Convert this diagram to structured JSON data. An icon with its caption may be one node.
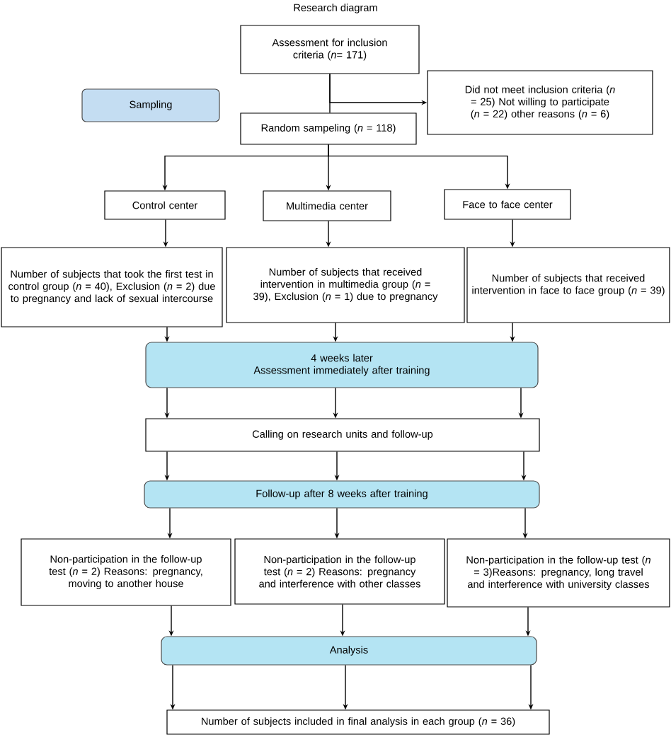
{
  "diagram": {
    "title": "Research diagram",
    "nodes": [
      {
        "text": [
          "Assessment for inclusion criteria (*n*= 171)"
        ]
      },
      {
        "text": [
          "Did not meet inclusion criteria (*n* = 25) Not willing to participate (*n* = 22) other reasons (*n* = 6)"
        ]
      },
      {
        "text": [
          "Sampling"
        ]
      },
      {
        "text": [
          "Random sampeling (*n* = 118)"
        ]
      },
      {
        "text": [
          "Control center"
        ]
      },
      {
        "text": [
          "Multimedia center"
        ]
      },
      {
        "text": [
          "Face to face center"
        ]
      },
      {
        "text": [
          "Number of subjects that took the first test in control group (*n* = 40), Exclusion (*n* = 2) due to pregnancy and lack of sexual intercourse"
        ]
      },
      {
        "text": [
          "Number of subjects that received intervention in multimedia group (*n* = 39), Exclusion (*n* = 1) due to pregnancy"
        ]
      },
      {
        "text": [
          "Number of subjects that received intervention in face to face group (*n* = 39)"
        ]
      },
      {
        "text": [
          "4 weeks later",
          "Assessment immediately after training"
        ]
      },
      {
        "text": [
          "Calling on research units and follow-up"
        ]
      },
      {
        "text": [
          "Follow-up after 8 weeks after training"
        ]
      },
      {
        "text": [
          "Non-participation in the follow-up test (*n* = 2) Reasons: pregnancy, moving to another house"
        ]
      },
      {
        "text": [
          "Non-participation in the follow-up test (*n* = 2) Reasons: pregnancy and interference with other classes"
        ]
      },
      {
        "text": [
          "Non-participation in the follow-up test (*n* = 3)Reasons: pregnancy, long travel and interference with university classes"
        ]
      },
      {
        "text": [
          "Analysis"
        ]
      },
      {
        "text": [
          "Number of subjects included in final analysis in each group (*n* = 36)"
        ]
      }
    ],
    "edges": [
      {
        "from": 0,
        "to": 3,
        "arrow": "none"
      },
      {
        "from": 0,
        "to": 1,
        "arrow": "to"
      },
      {
        "from": 3,
        "to": 4,
        "arrow": "to"
      },
      {
        "from": 3,
        "to": 5,
        "arrow": "to"
      },
      {
        "from": 3,
        "to": 6,
        "arrow": "to"
      },
      {
        "from": 4,
        "to": 7,
        "arrow": "to"
      },
      {
        "from": 5,
        "to": 8,
        "arrow": "to"
      },
      {
        "from": 6,
        "to": 9,
        "arrow": "to"
      },
      {
        "from": 7,
        "to": 10,
        "arrow": "to"
      },
      {
        "from": 8,
        "to": 10,
        "arrow": "to"
      },
      {
        "from": 9,
        "to": 10,
        "arrow": "to"
      },
      {
        "from": 10,
        "to": 11,
        "arrow": "to"
      },
      {
        "from": 10,
        "to": 11,
        "arrow": "to"
      },
      {
        "from": 10,
        "to": 11,
        "arrow": "to"
      },
      {
        "from": 11,
        "to": 12,
        "arrow": "to"
      },
      {
        "from": 11,
        "to": 12,
        "arrow": "to"
      },
      {
        "from": 11,
        "to": 12,
        "arrow": "to"
      },
      {
        "from": 12,
        "to": 13,
        "arrow": "to"
      },
      {
        "from": 12,
        "to": 14,
        "arrow": "to"
      },
      {
        "from": 12,
        "to": 15,
        "arrow": "to"
      },
      {
        "from": 13,
        "to": 16,
        "arrow": "to"
      },
      {
        "from": 14,
        "to": 16,
        "arrow": "to"
      },
      {
        "from": 15,
        "to": 16,
        "arrow": "to"
      },
      {
        "from": 16,
        "to": 17,
        "arrow": "to"
      },
      {
        "from": 16,
        "to": 17,
        "arrow": "to"
      },
      {
        "from": 16,
        "to": 17,
        "arrow": "to"
      }
    ]
  }
}
